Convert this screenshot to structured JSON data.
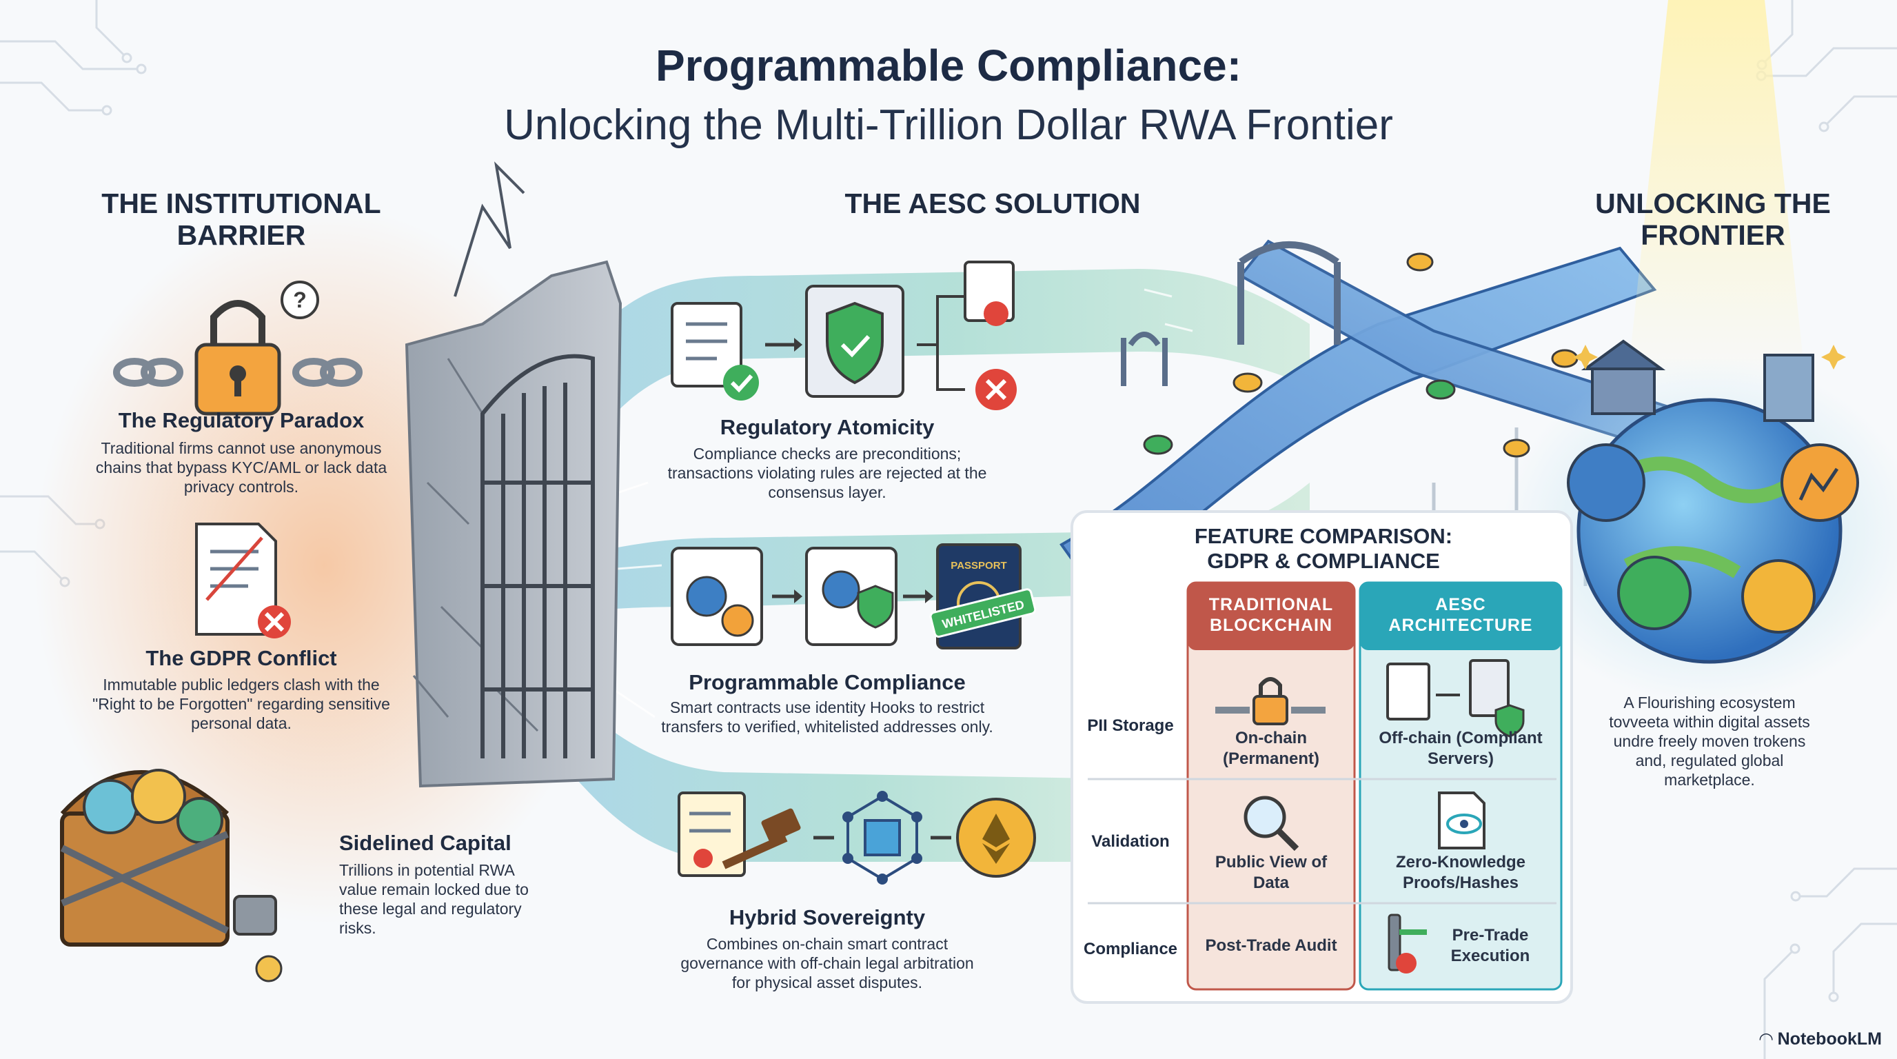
{
  "title": {
    "line1": "Programmable Compliance:",
    "line2": "Unlocking the Multi-Trillion Dollar RWA Frontier"
  },
  "sections": {
    "barrier": "THE INSTITUTIONAL BARRIER",
    "solution": "THE AESC SOLUTION",
    "frontier": "UNLOCKING THE FRONTIER"
  },
  "barrier": {
    "items": [
      {
        "heading": "The Regulatory Paradox",
        "text": "Traditional firms cannot use anonymous chains that bypass KYC/AML or lack data privacy controls."
      },
      {
        "heading": "The GDPR Conflict",
        "text": "Immutable public ledgers clash with the \"Right to be Forgotten\" regarding sensitive personal data."
      },
      {
        "heading": "Sidelined Capital",
        "text": "Trillions in potential RWA value remain locked due to these legal and regulatory risks."
      }
    ]
  },
  "solution": {
    "items": [
      {
        "heading": "Regulatory Atomicity",
        "text": "Compliance checks are preconditions; transactions violating rules are rejected at the consensus layer."
      },
      {
        "heading": "Programmable Compliance",
        "text": "Smart contracts use identity Hooks to restrict transfers to verified, whitelisted addresses only."
      },
      {
        "heading": "Hybrid Sovereignty",
        "text": "Combines on-chain smart contract governance with off-chain legal arbitration for physical asset disputes."
      }
    ],
    "passport_label": "PASSPORT",
    "stamp_label": "WHITELISTED"
  },
  "comparison": {
    "title": "FEATURE COMPARISON: GDPR & COMPLIANCE",
    "columns": [
      "TRADITIONAL BLOCKCHAIN",
      "AESC ARCHITECTURE"
    ],
    "rows": [
      {
        "label": "PII Storage",
        "traditional": "On-chain (Permanent)",
        "aesc": "Off-chain (Compliant Servers)"
      },
      {
        "label": "Validation",
        "traditional": "Public View of Data",
        "aesc": "Zero-Knowledge Proofs/Hashes"
      },
      {
        "label": "Compliance",
        "traditional": "Post-Trade Audit",
        "aesc": "Pre-Trade Execution"
      }
    ],
    "colors": {
      "traditional_header": "#c0574a",
      "traditional_cell": "#f6e4dc",
      "aesc_header": "#2aa6b8",
      "aesc_cell": "#dcf0f2"
    }
  },
  "frontier": {
    "text": "A Flourishing ecosystem tovveeta within digital assets undre freely moven trokens and, regulated global marketplace."
  },
  "brand": {
    "logo": "NotebookLM"
  }
}
